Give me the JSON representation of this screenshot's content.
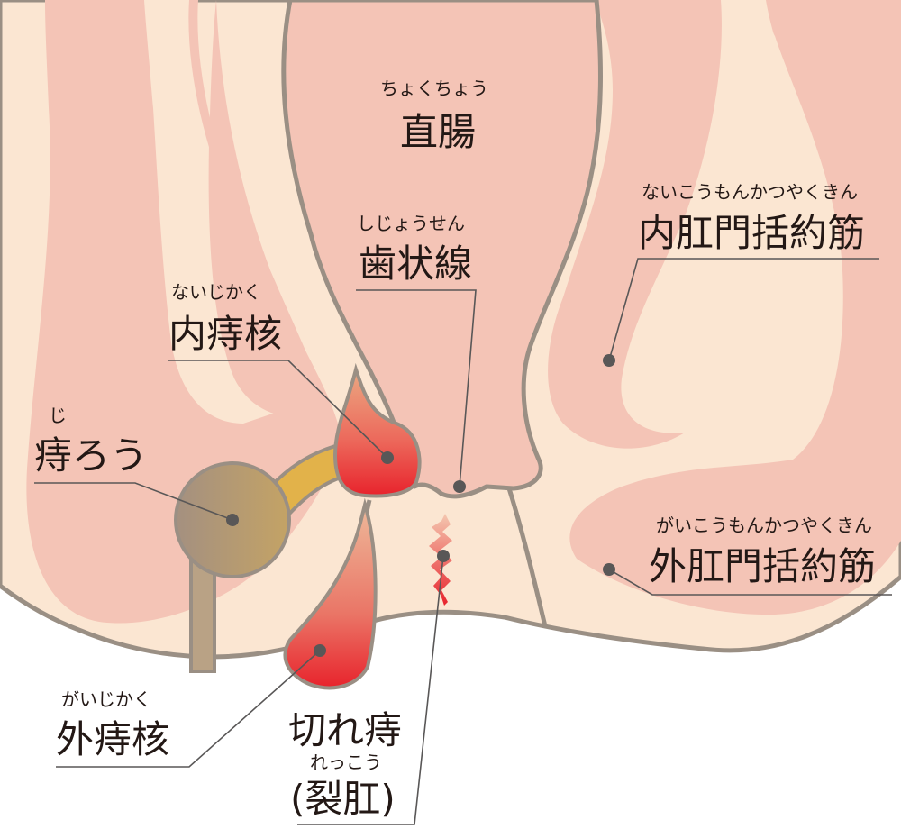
{
  "labels": {
    "rectum": {
      "ruby": "ちょくちょう",
      "text": "直腸"
    },
    "dentate_line": {
      "ruby": "しじょうせん",
      "text": "歯状線"
    },
    "internal_sphincter": {
      "ruby": "ないこうもんかつやくきん",
      "text": "内肛門括約筋"
    },
    "internal_hemorrhoid": {
      "ruby": "ないじかく",
      "text": "内痔核"
    },
    "anal_fistula": {
      "ruby": "じ",
      "text": "痔ろう"
    },
    "external_sphincter": {
      "ruby": "がいこうもんかつやくきん",
      "text": "外肛門括約筋"
    },
    "external_hemorrhoid": {
      "ruby": "がいじかく",
      "text": "外痔核"
    },
    "fissure": {
      "text": "切れ痔",
      "ruby": "れっこう",
      "text2": "(裂肛)"
    }
  },
  "colors": {
    "skin": "#fbe6d2",
    "muscle": "#f4c4b6",
    "outline": "#9a8f84",
    "fistula": "#b0987a",
    "fistula_tract": "#e2b24a",
    "hemorrhoid_red": "#e8282f",
    "leader": "#595757",
    "text": "#231815"
  }
}
